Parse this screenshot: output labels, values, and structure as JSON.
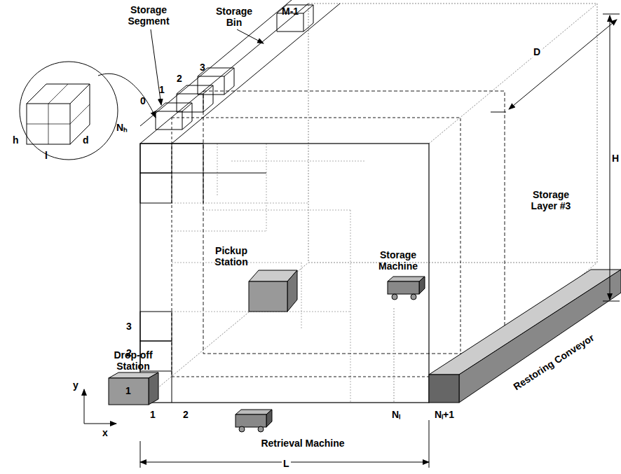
{
  "diagram": {
    "nodes": [
      {
        "text": [
          "Pickup Station"
        ]
      },
      {
        "text": [
          "Storage Machine"
        ]
      },
      {
        "text": [
          "Drop-off Station"
        ]
      },
      {
        "text": [
          "Restoring Conveyor"
        ]
      },
      {
        "text": [
          "Retrieval Machine"
        ]
      }
    ],
    "labels": [
      "Storage Segment",
      "Storage Bin",
      "M-1",
      "D",
      "0",
      "1",
      "2",
      "3",
      "Nₕ",
      "h",
      "l",
      "d",
      "H",
      "Storage Layer #3",
      "3",
      "2",
      "1",
      "y",
      "x",
      "1",
      "2",
      "Nₗ",
      "Nₗ+1",
      "L"
    ]
  }
}
